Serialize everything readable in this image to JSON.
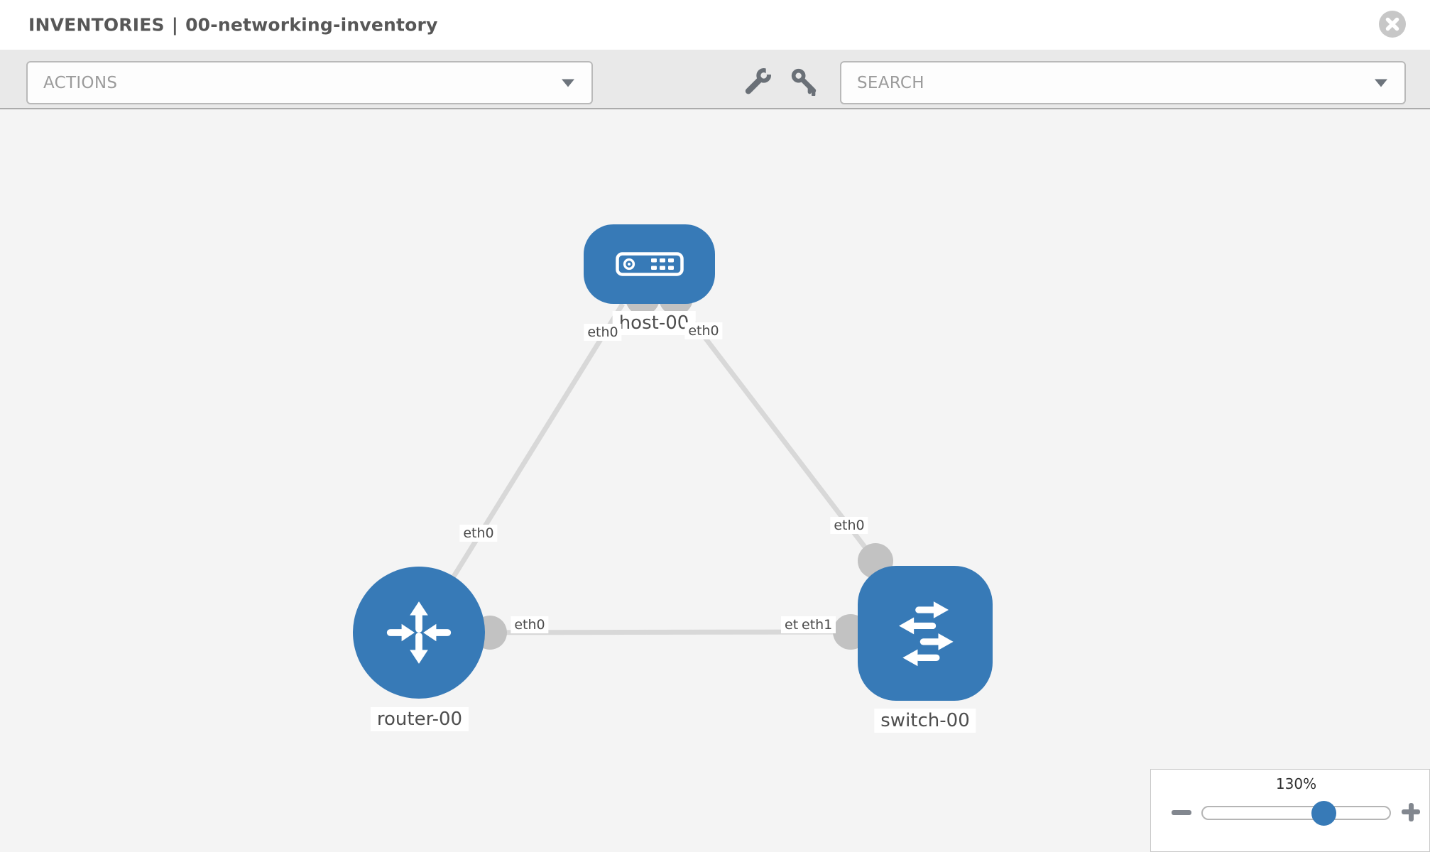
{
  "window": {
    "title_section": "INVENTORIES",
    "title_separator": "|",
    "inventory_name": "00-networking-inventory"
  },
  "toolbar": {
    "actions_label": "ACTIONS",
    "search_placeholder": "SEARCH",
    "icons": [
      "wrench-icon",
      "key-icon"
    ]
  },
  "topology": {
    "nodes": [
      {
        "id": "host-00",
        "type": "host",
        "label": "host-00"
      },
      {
        "id": "router-00",
        "type": "router",
        "label": "router-00"
      },
      {
        "id": "switch-00",
        "type": "switch",
        "label": "switch-00"
      }
    ],
    "links": [
      {
        "source": "host-00",
        "target": "router-00",
        "source_interface": "eth0",
        "target_interface": "eth0"
      },
      {
        "source": "host-00",
        "target": "switch-00",
        "source_interface": "eth0",
        "target_interface": "eth0"
      },
      {
        "source": "router-00",
        "target": "switch-00",
        "source_interface": "eth0",
        "target_interface": "eth1",
        "target_interface_overlapped_label": "eth0"
      }
    ]
  },
  "zoom_control": {
    "level": "130%"
  },
  "colors": {
    "node_blue": "#377ab7",
    "link_gray": "#d8d8d8",
    "interface_gray": "#c2c2c2",
    "canvas_bg": "#f4f4f4",
    "toolbar_bg": "#e9e9e9"
  }
}
